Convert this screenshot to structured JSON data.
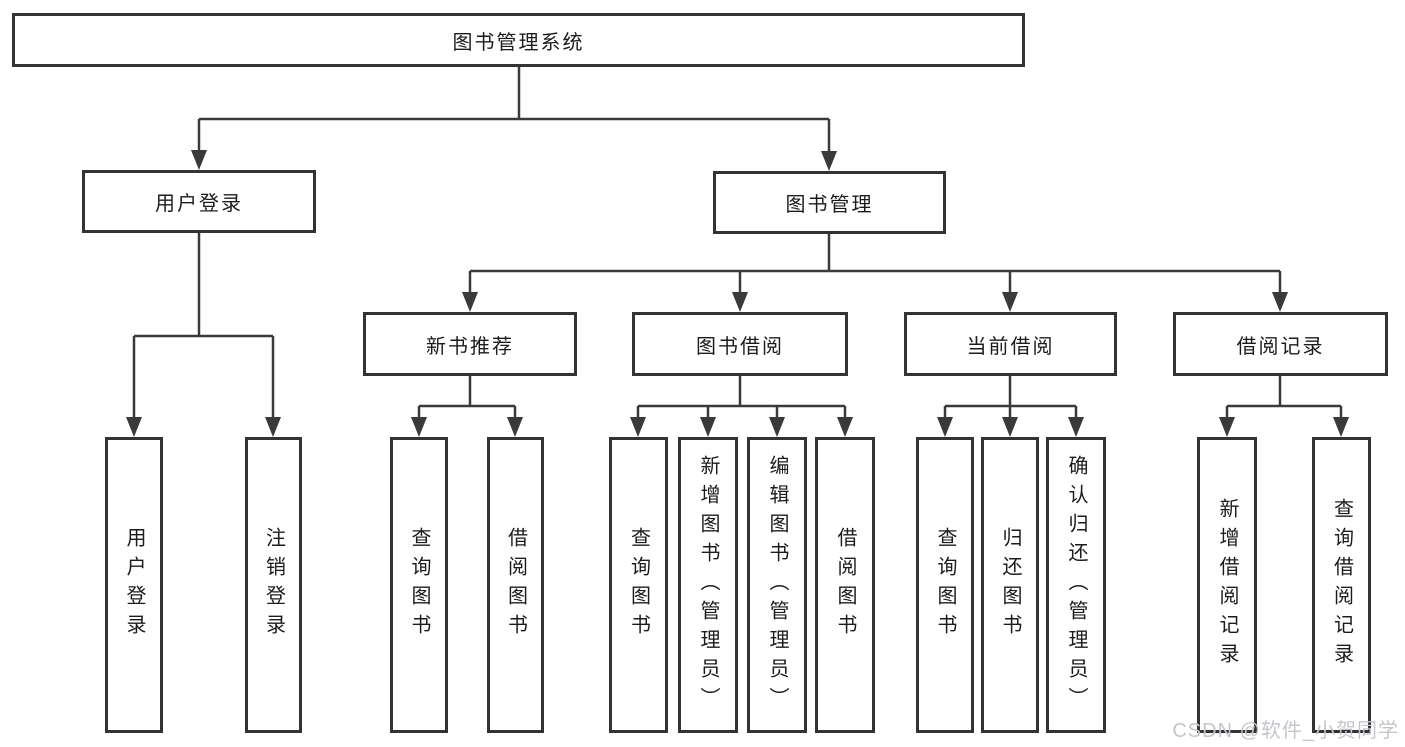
{
  "diagram": {
    "root": {
      "label": "图书管理系统"
    },
    "branches": [
      {
        "label": "用户登录",
        "children": [
          {
            "label": "用户登录"
          },
          {
            "label": "注销登录"
          }
        ]
      },
      {
        "label": "图书管理",
        "children": [
          {
            "label": "新书推荐",
            "children": [
              {
                "label": "查询图书"
              },
              {
                "label": "借阅图书"
              }
            ]
          },
          {
            "label": "图书借阅",
            "children": [
              {
                "label": "查询图书"
              },
              {
                "label": "新增图书（管理员）"
              },
              {
                "label": "编辑图书（管理员）"
              },
              {
                "label": "借阅图书"
              }
            ]
          },
          {
            "label": "当前借阅",
            "children": [
              {
                "label": "查询图书"
              },
              {
                "label": "归还图书"
              },
              {
                "label": "确认归还（管理员）"
              }
            ]
          },
          {
            "label": "借阅记录",
            "children": [
              {
                "label": "新增借阅记录"
              },
              {
                "label": "查询借阅记录"
              }
            ]
          }
        ]
      }
    ]
  },
  "watermark": {
    "text": "CSDN @软件_小贺同学"
  },
  "colors": {
    "line": "#3a3a3a",
    "box_border": "#333333",
    "text": "#1c1c1e",
    "background": "#ffffff",
    "watermark": "#c3c7cb"
  }
}
